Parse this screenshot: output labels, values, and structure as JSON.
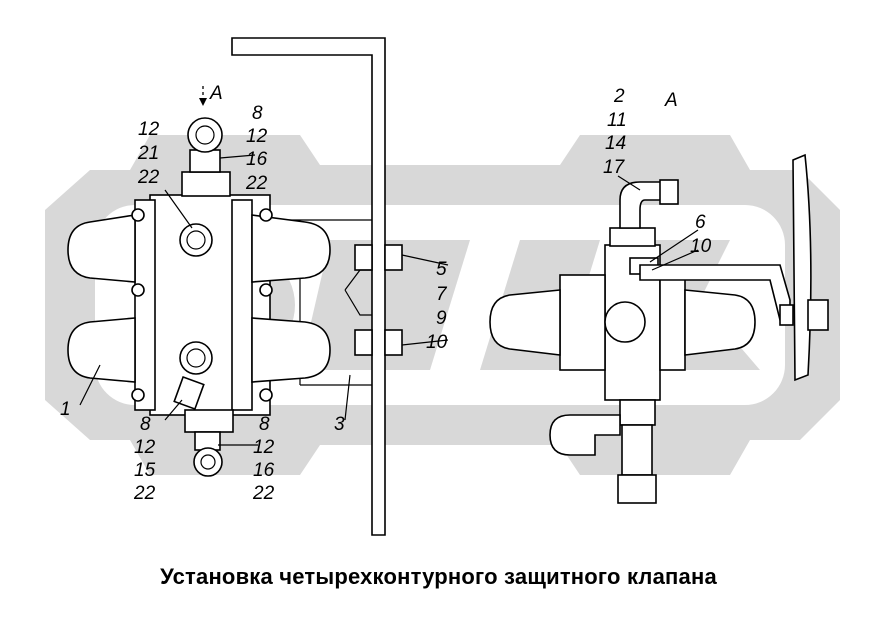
{
  "title": "Установка четырехконтурного защитного клапана",
  "view_labels": {
    "left_arrow": "A",
    "right_view": "A"
  },
  "callouts": {
    "top_right": [
      "8",
      "12",
      "16",
      "22"
    ],
    "top_left": [
      "12",
      "21",
      "22"
    ],
    "part_1": "1",
    "bottom_left": [
      "8",
      "12",
      "15",
      "22"
    ],
    "bottom_right": [
      "8",
      "12",
      "16",
      "22"
    ],
    "part_3": "3",
    "bracket_fasteners": [
      "5",
      "7",
      "9",
      "10"
    ],
    "view_a_top": [
      "2",
      "11",
      "14",
      "17"
    ],
    "view_a_side": [
      "6",
      "10"
    ]
  }
}
